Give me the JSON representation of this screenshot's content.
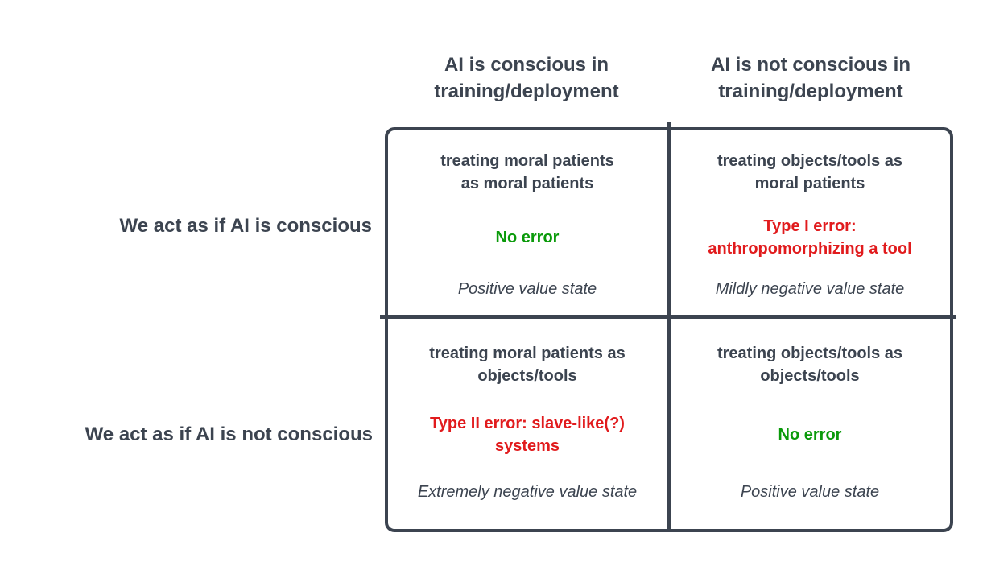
{
  "colors": {
    "background": "#ffffff",
    "text_dark": "#3c4450",
    "border_dark": "#3c4450",
    "no_error_green": "#0a9a0a",
    "error_red": "#e11b1d"
  },
  "matrix": {
    "column_headers": [
      "AI is conscious in\ntraining/deployment",
      "AI is not conscious in\ntraining/deployment"
    ],
    "row_labels": [
      "We act as if AI is conscious",
      "We act as if AI is not conscious"
    ],
    "cells": [
      {
        "position": "top-left",
        "treatment": "treating moral patients\nas moral patients",
        "error": "No error",
        "error_color": "#0a9a0a",
        "value_state": "Positive value state"
      },
      {
        "position": "top-right",
        "treatment": "treating objects/tools as\nmoral patients",
        "error": "Type I error:\nanthropomorphizing a tool",
        "error_color": "#e11b1d",
        "value_state": "Mildly negative value state"
      },
      {
        "position": "bottom-left",
        "treatment": "treating moral patients as\nobjects/tools",
        "error": "Type II error: slave-like(?)\nsystems",
        "error_color": "#e11b1d",
        "value_state": "Extremely negative value state"
      },
      {
        "position": "bottom-right",
        "treatment": "treating objects/tools as\nobjects/tools",
        "error": "No error",
        "error_color": "#0a9a0a",
        "value_state": "Positive value state"
      }
    ]
  }
}
